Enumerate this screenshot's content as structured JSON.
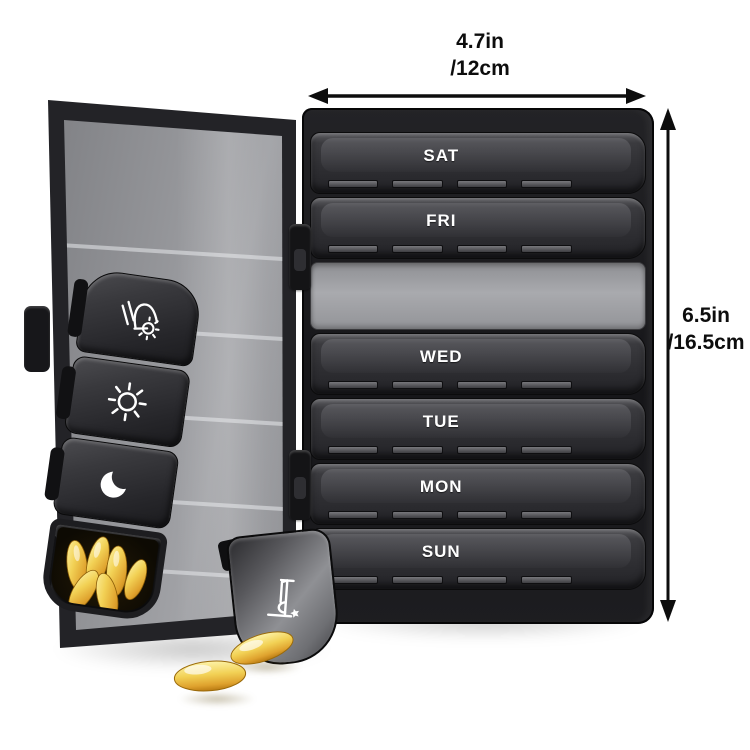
{
  "scene": {
    "description": "Black 7-day weekly pill organizer opened: lid on left, 6 daily strips in tray, one daily strip detached with morning/noon/evening/night compartments and gold softgel capsules",
    "background_color": "#ffffff"
  },
  "annotations": {
    "width": {
      "inches": "4.7in",
      "metric": "/12cm"
    },
    "height": {
      "inches": "6.5in",
      "metric": "/16.5cm"
    },
    "arrow_color": "#0d0d0d"
  },
  "tray": {
    "rows": [
      {
        "type": "day",
        "label": "SAT"
      },
      {
        "type": "day",
        "label": "FRI"
      },
      {
        "type": "empty-slot",
        "label": ""
      },
      {
        "type": "day",
        "label": "WED"
      },
      {
        "type": "day",
        "label": "TUE"
      },
      {
        "type": "day",
        "label": "MON"
      },
      {
        "type": "day",
        "label": "SUN"
      }
    ],
    "latches_per_row": 4
  },
  "detached_strip": {
    "compartments": [
      {
        "icon": "morning-bell-sun-icon"
      },
      {
        "icon": "noon-sun-icon"
      },
      {
        "icon": "evening-moon-icon"
      },
      {
        "icon": "night-open-compartment",
        "contents": "gold softgel capsules"
      }
    ],
    "flipped_lid_icon": "night-bed-star-icon",
    "loose_capsules": 2
  },
  "colors": {
    "case_black": "#1c1c1e",
    "lid_gray": "#96979b",
    "strip_charcoal": "#323236",
    "label_white": "#ffffff",
    "capsule_gold": "#e6b93f"
  }
}
